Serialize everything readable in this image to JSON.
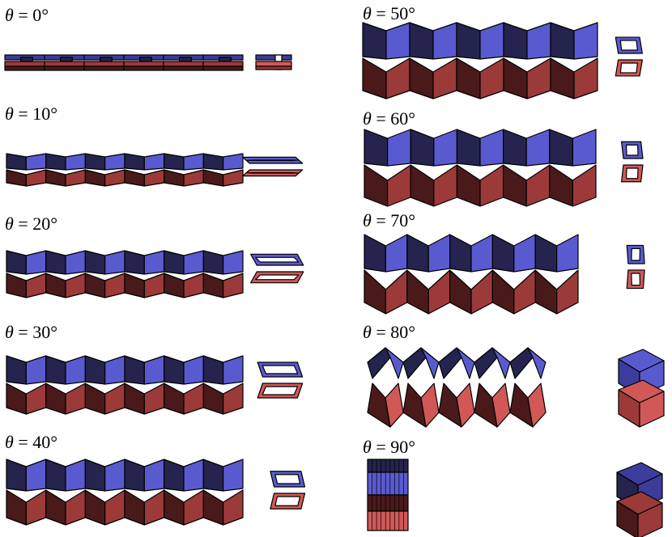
{
  "theta_symbol": "θ",
  "panels": [
    {
      "id": "p0",
      "angle": "0°"
    },
    {
      "id": "p10",
      "angle": "10°"
    },
    {
      "id": "p20",
      "angle": "20°"
    },
    {
      "id": "p30",
      "angle": "30°"
    },
    {
      "id": "p40",
      "angle": "40°"
    },
    {
      "id": "p50",
      "angle": "50°"
    },
    {
      "id": "p60",
      "angle": "60°"
    },
    {
      "id": "p70",
      "angle": "70°"
    },
    {
      "id": "p80",
      "angle": "80°"
    },
    {
      "id": "p90",
      "angle": "90°"
    }
  ],
  "colors": {
    "blue_light": "#5a5ad0",
    "blue_mid": "#3c3c9c",
    "blue_dark": "#24244e",
    "red_light": "#d25858",
    "red_mid": "#9c3a3a",
    "red_dark": "#4a1a1a",
    "edge": "#000000"
  }
}
